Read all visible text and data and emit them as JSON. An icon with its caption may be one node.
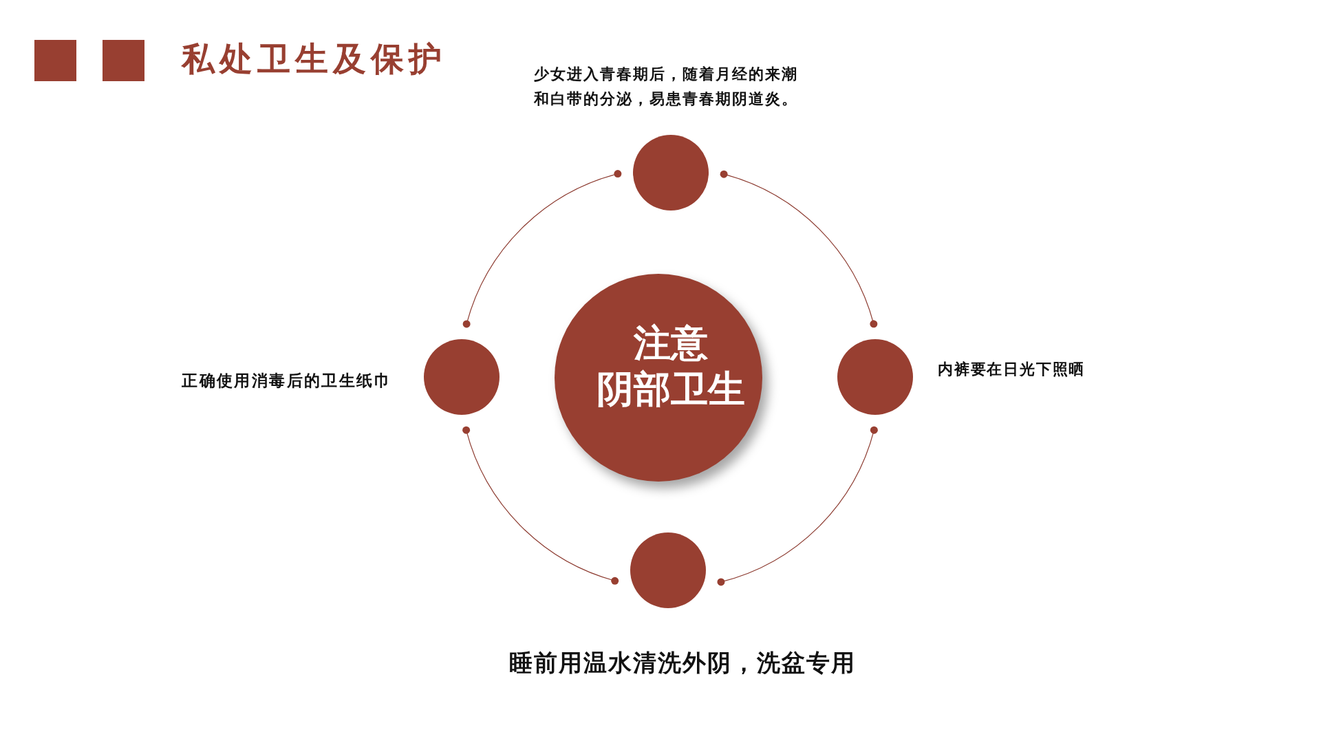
{
  "diagram": {
    "title": "私处卫生及保护",
    "nodes": [
      {
        "text": [],
        "shape": "circle",
        "beside": [
          "少女进入青春期后，随着月经的来潮和白带的分泌，易患青春期阴道炎。"
        ]
      },
      {
        "text": [],
        "shape": "circle",
        "beside": [
          "正确使用消毒后的卫生纸巾"
        ]
      },
      {
        "text": [
          "注意",
          "阴部卫生"
        ]
      },
      {
        "text": [],
        "shape": "circle",
        "beside": [
          "内裤要在日光下照晒"
        ]
      },
      {
        "text": [],
        "shape": "circle",
        "beside": [
          "睡前用温水清洗外阴，洗盆专用"
        ]
      }
    ],
    "edges": [
      {
        "from": 0,
        "to": 3,
        "arrow": "other"
      },
      {
        "from": 3,
        "to": 4,
        "arrow": "other"
      },
      {
        "from": 4,
        "to": 1,
        "arrow": "other"
      },
      {
        "from": 1,
        "to": 0,
        "arrow": "other"
      }
    ]
  }
}
